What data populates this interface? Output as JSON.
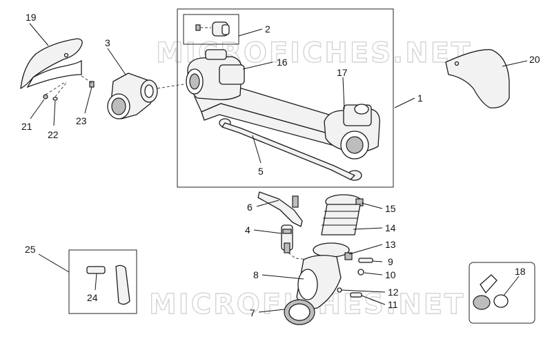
{
  "watermark": "MICROFICHES.NET",
  "callouts": {
    "c1": "1",
    "c2": "2",
    "c3": "3",
    "c4": "4",
    "c5": "5",
    "c6": "6",
    "c7": "7",
    "c8": "8",
    "c9": "9",
    "c10": "10",
    "c11": "11",
    "c12": "12",
    "c13": "13",
    "c14": "14",
    "c15": "15",
    "c16": "16",
    "c17": "17",
    "c18": "18",
    "c19": "19",
    "c20": "20",
    "c21": "21",
    "c22": "22",
    "c23": "23",
    "c24": "24",
    "c25": "25"
  }
}
